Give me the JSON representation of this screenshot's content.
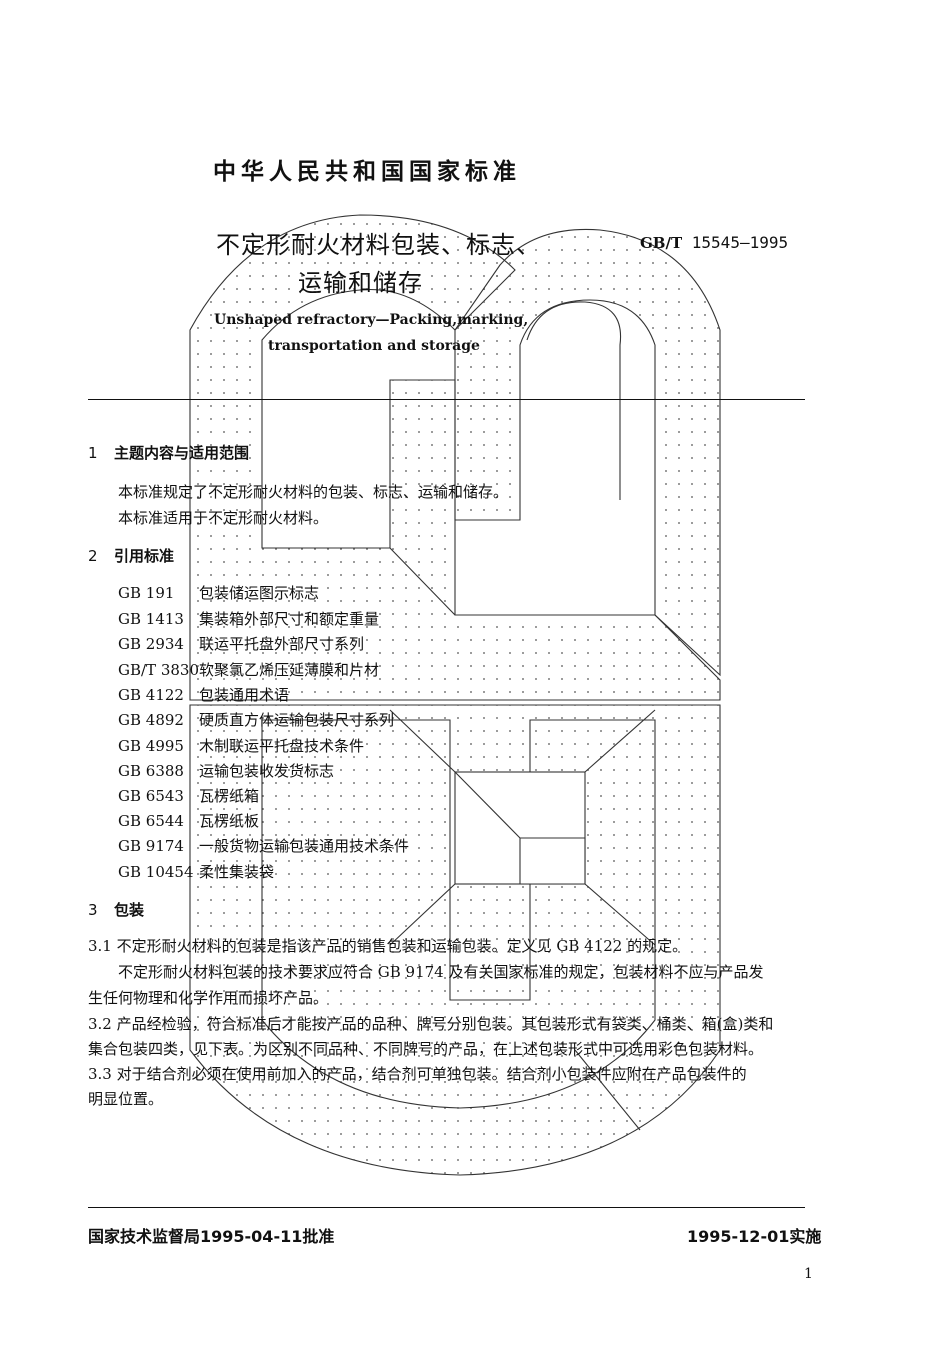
{
  "header": {
    "org_title": "中华人民共和国国家标准",
    "std_prefix": "GB/T",
    "std_number": "15545—1995"
  },
  "title": {
    "zh_line1": "不定形耐火材料包装、标志、",
    "zh_line2": "运输和储存",
    "en_line1": "Unshaped refractory—Packing,marking,",
    "en_line2": "transportation and storage"
  },
  "sections": {
    "s1": {
      "num": "1",
      "heading": "主题内容与适用范围"
    },
    "s1_p1": "本标准规定了不定形耐火材料的包装、标志、运输和储存。",
    "s1_p2": "本标准适用于不定形耐火材料。",
    "s2": {
      "num": "2",
      "heading": "引用标准"
    },
    "refs": [
      {
        "code": "GB 191",
        "title": "包装储运图示标志"
      },
      {
        "code": "GB 1413",
        "title": "集装箱外部尺寸和额定重量"
      },
      {
        "code": "GB 2934",
        "title": "联运平托盘外部尺寸系列"
      },
      {
        "code": "GB/T 3830",
        "title": "软聚氯乙烯压延薄膜和片材"
      },
      {
        "code": "GB 4122",
        "title": "包装通用术语"
      },
      {
        "code": "GB 4892",
        "title": "硬质直方体运输包装尺寸系列"
      },
      {
        "code": "GB 4995",
        "title": "木制联运平托盘技术条件"
      },
      {
        "code": "GB 6388",
        "title": "运输包装收发货标志"
      },
      {
        "code": "GB 6543",
        "title": "瓦楞纸箱"
      },
      {
        "code": "GB 6544",
        "title": "瓦楞纸板"
      },
      {
        "code": "GB 9174",
        "title": "一般货物运输包装通用技术条件"
      },
      {
        "code": "GB 10454",
        "title": "柔性集装袋"
      }
    ],
    "s3": {
      "num": "3",
      "heading": "包装"
    },
    "p31_line1": "3.1  不定形耐火材料的包装是指该产品的销售包装和运输包装。定义见 GB 4122 的规定。",
    "p31_line2": "不定形耐火材料包装的技术要求应符合 GB 9174 及有关国家标准的规定，包装材料不应与产品发",
    "p31_line3": "生任何物理和化学作用而损坏产品。",
    "p32_line1": "3.2  产品经检验，符合标准后才能按产品的品种、牌号分别包装。其包装形式有袋类、桶类、箱(盒)类和",
    "p32_line2": "集合包装四类，见下表。为区别不同品种、不同牌号的产品，在上述包装形式中可选用彩色包装材料。",
    "p33_line1": "3.3  对于结合剂必须在使用前加入的产品，结合剂可单独包装。结合剂小包装件应附在产品包装件的",
    "p33_line2": "明显位置。"
  },
  "footer": {
    "approval": "国家技术监督局1995-04-11批准",
    "effective": "1995-12-01实施",
    "page_number": "1"
  }
}
